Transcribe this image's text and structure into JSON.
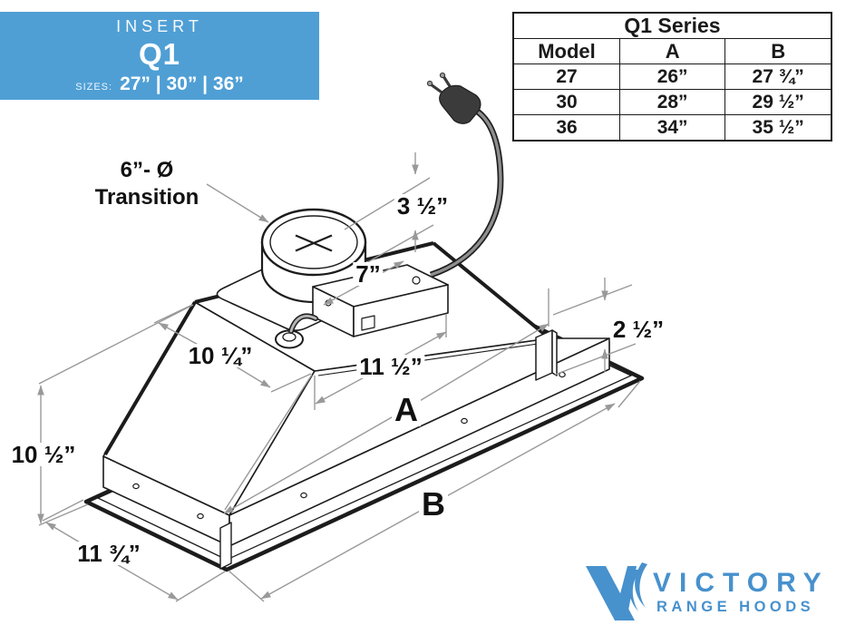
{
  "banner": {
    "category": "INSERT",
    "model": "Q1",
    "sizes_label": "SIZES:",
    "sizes_text": "27” | 30” | 36”",
    "bg_color": "#4f9fd5"
  },
  "spec_table": {
    "title": "Q1 Series",
    "columns": [
      "Model",
      "A",
      "B"
    ],
    "rows": [
      {
        "model": "27",
        "a": "26”",
        "b": "27 ¾”"
      },
      {
        "model": "30",
        "a": "28”",
        "b": "29 ½”"
      },
      {
        "model": "36",
        "a": "34”",
        "b": "35 ½”"
      }
    ]
  },
  "diagram": {
    "labels": {
      "transition_line1": "6”- Ø",
      "transition_line2": "Transition",
      "collar_height": "3 ½”",
      "junction_box_length": "7”",
      "top_opening_length": "11 ½”",
      "width_a": "A",
      "end_height": "2 ½”",
      "top_depth": "10 ¼”",
      "total_height": "10 ½”",
      "flange_depth": "11 ¾”",
      "flange_length_b": "B"
    }
  },
  "logo": {
    "brand": "VICTORY",
    "tagline": "RANGE HOODS",
    "color": "#4791cd"
  }
}
